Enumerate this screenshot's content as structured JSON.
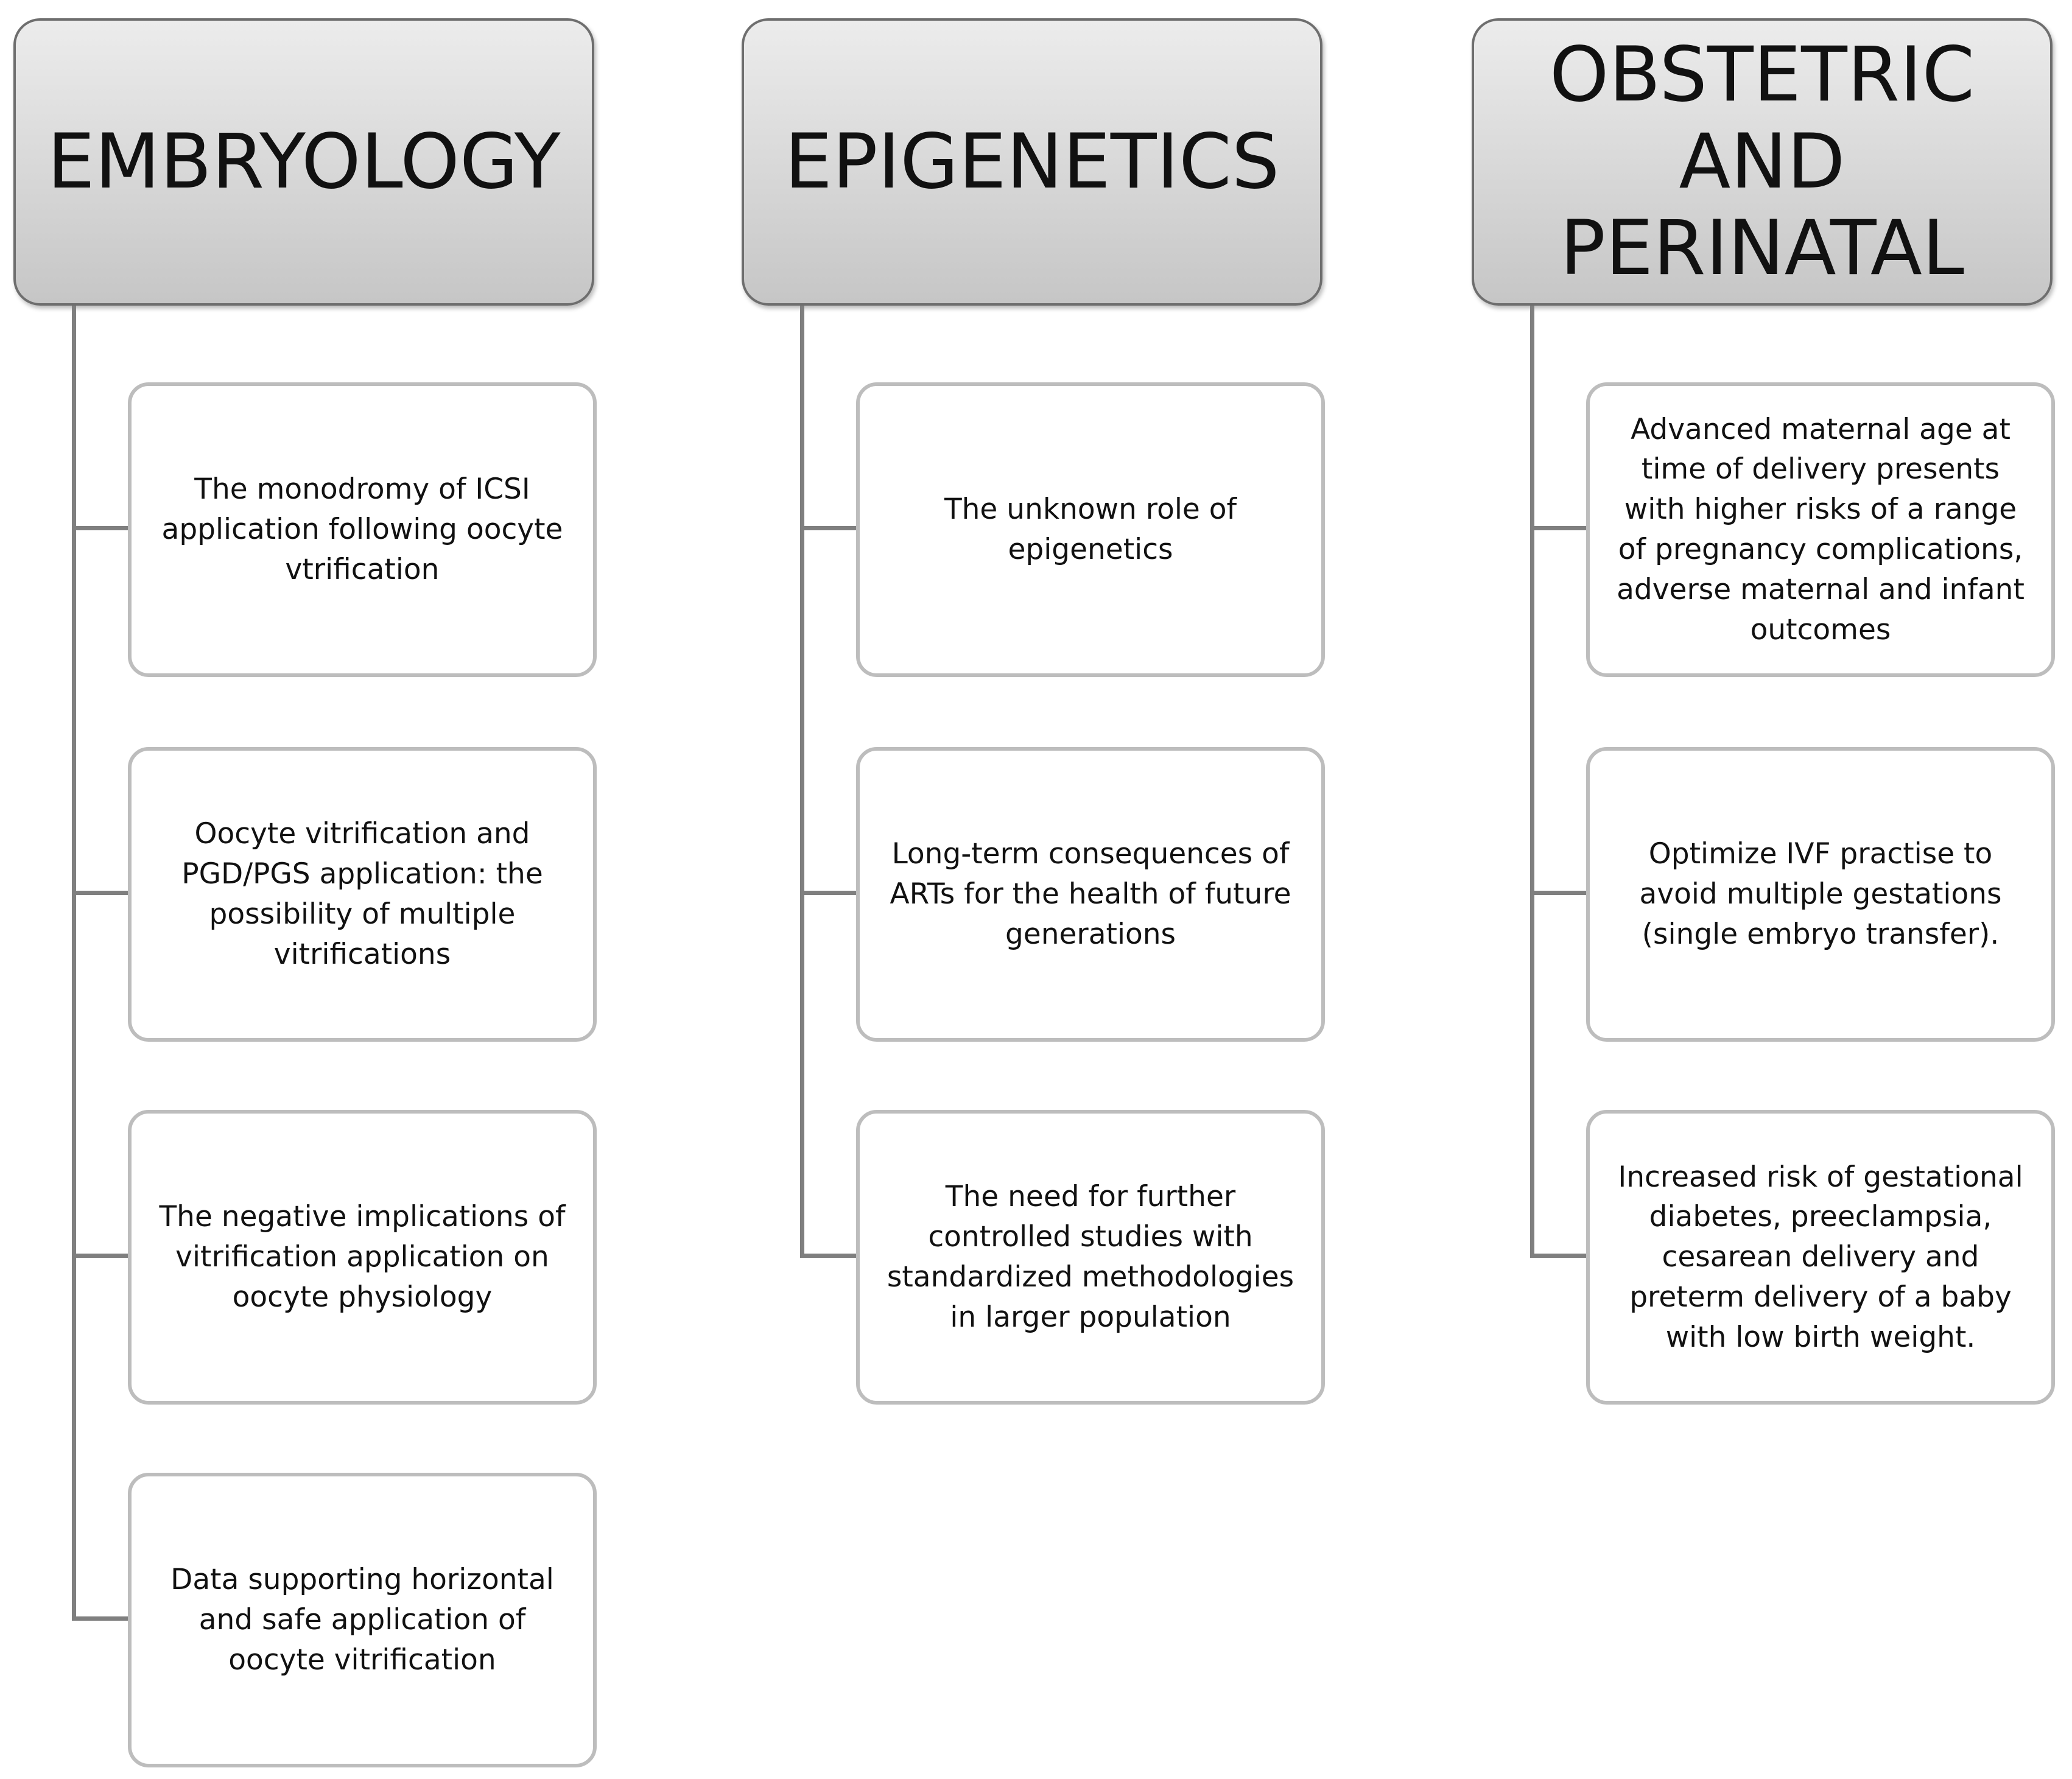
{
  "columns": [
    {
      "title": "EMBRYOLOGY",
      "items": [
        "The monodromy of ICSI application following oocyte vtrification",
        "Oocyte vitrification and PGD/PGS application: the possibility of multiple vitrifications",
        "The negative implications of vitrification application on oocyte physiology",
        "Data supporting horizontal and safe application of oocyte vitrification"
      ]
    },
    {
      "title": "EPIGENETICS",
      "items": [
        "The unknown role of epigenetics",
        "Long-term consequences of ARTs for the health of future generations",
        "The need for further controlled studies with standardized methodologies in larger population"
      ]
    },
    {
      "title": "OBSTETRIC AND PERINATAL",
      "items": [
        "Advanced maternal age at time of delivery presents with higher risks of a range of pregnancy complications, adverse maternal and infant outcomes",
        "Optimize IVF practise to avoid multiple gestations (single embryo transfer).",
        "Increased risk of gestational diabetes, preeclampsia, cesarean delivery and preterm delivery of a baby with low birth weight."
      ]
    }
  ]
}
